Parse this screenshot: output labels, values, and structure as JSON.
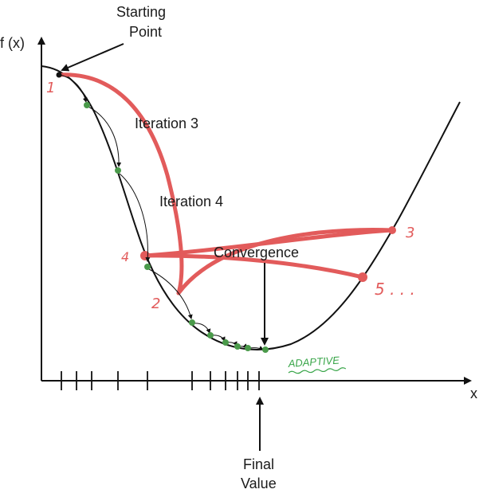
{
  "axes": {
    "y_label": "f (x)",
    "x_label": "x"
  },
  "annotations": {
    "starting_point_line1": "Starting",
    "starting_point_line2": "Point",
    "iteration3": "Iteration 3",
    "iteration4": "Iteration 4",
    "convergence": "Convergence",
    "final_value_line1": "Final",
    "final_value_line2": "Value",
    "adaptive": "ADAPTIVE"
  },
  "handwritten": {
    "n1": "1",
    "n2": "2",
    "n3": "3",
    "n4": "4",
    "n5": "5 . . ."
  },
  "colors": {
    "curve": "#111111",
    "red_path": "#e25b5b",
    "green_points": "#4a9a4a",
    "adaptive_text": "#3aa64a"
  }
}
